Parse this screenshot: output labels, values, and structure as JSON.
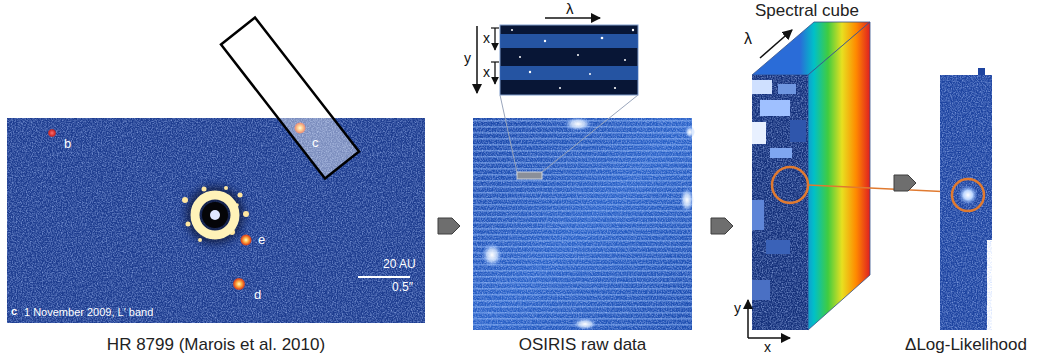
{
  "diagram": {
    "nodes": [
      {
        "text": [
          "HR 8799 (Marois et al. 2010)"
        ]
      },
      {
        "text": [
          "OSIRIS raw data"
        ]
      },
      {
        "text": [
          "Spectral cube"
        ]
      },
      {
        "text": [
          "ΔLog-Likelihood"
        ]
      }
    ],
    "edges": [
      {
        "from": 0,
        "to": 1,
        "arrow": "to"
      },
      {
        "from": 1,
        "to": 2,
        "arrow": "to"
      },
      {
        "from": 2,
        "to": 3,
        "arrow": "to"
      }
    ],
    "labels": [
      "b",
      "c",
      "e",
      "d",
      "20 AU",
      "0.5″",
      "c",
      "1 November 2009, L′ band",
      "λ",
      "y",
      "x",
      "x",
      "λ",
      "y",
      "x"
    ]
  }
}
